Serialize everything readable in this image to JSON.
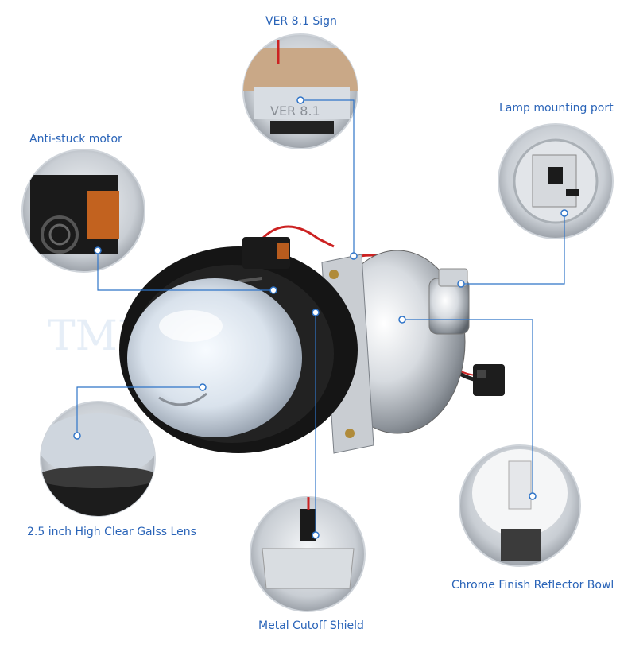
{
  "labels": {
    "ver_sign": "VER 8.1 Sign",
    "lamp_port": "Lamp mounting port",
    "anti_stuck": "Anti-stuck motor",
    "lens": "2.5 inch  High Clear Galss Lens",
    "reflector": "Chrome Finish Reflector Bowl",
    "cutoff": "Metal Cutoff Shield"
  },
  "colors": {
    "callout_line": "#2f74c8",
    "label_text": "#2a64b8"
  }
}
